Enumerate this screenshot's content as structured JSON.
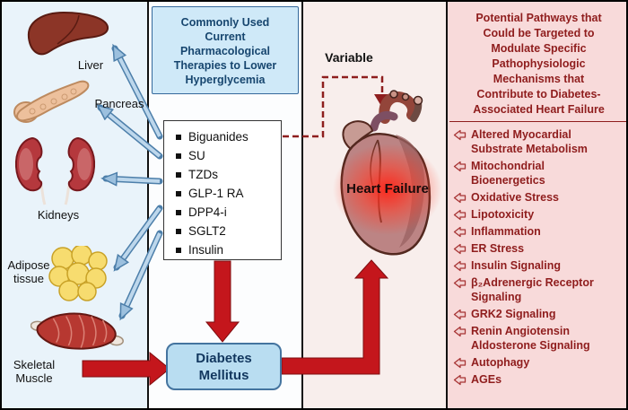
{
  "figure": {
    "organs_panel": {
      "organs": [
        {
          "name": "liver",
          "label": "Liver"
        },
        {
          "name": "pancreas",
          "label": "Pancreas"
        },
        {
          "name": "kidneys",
          "label": "Kidneys"
        },
        {
          "name": "adipose",
          "label": "Adipose tissue"
        },
        {
          "name": "skeletal-muscle",
          "label": "Skeletal Muscle"
        }
      ]
    },
    "therapies_panel": {
      "title": "Commonly Used Current Pharmacological Therapies to Lower Hyperglycemia",
      "drugs": [
        "Biguanides",
        "SU",
        "TZDs",
        "GLP-1 RA",
        "DPP4-i",
        "SGLT2",
        "Insulin"
      ],
      "diabetes_label": "Diabetes Mellitus"
    },
    "heart_panel": {
      "variable_label": "Variable",
      "heart_failure_label": "Heart Failure"
    },
    "pathways_panel": {
      "title": "Potential Pathways that Could be Targeted to Modulate Specific Pathophysiologic Mechanisms that Contribute to Diabetes-Associated Heart Failure",
      "items": [
        "Altered Myocardial Substrate Metabolism",
        "Mitochondrial Bioenergetics",
        "Oxidative Stress",
        "Lipotoxicity",
        "Inflammation",
        "ER Stress",
        "Insulin Signaling",
        "β₂Adrenergic Receptor Signaling",
        "GRK2 Signaling",
        "Renin Angiotensin Aldosterone Signaling",
        "Autophagy",
        "AGEs"
      ]
    },
    "colors": {
      "red_arrow": "#c4161c",
      "dashed_arrow": "#8e1e1e",
      "blue_arrow": "#9cc0de",
      "therapies_header_bg": "#cfe9f8",
      "diabetes_box_bg": "#b9ddf1",
      "pathways_text": "#8f1d1d",
      "pathways_bg": "#f8dada",
      "heart_glow": "#ff2619"
    }
  }
}
